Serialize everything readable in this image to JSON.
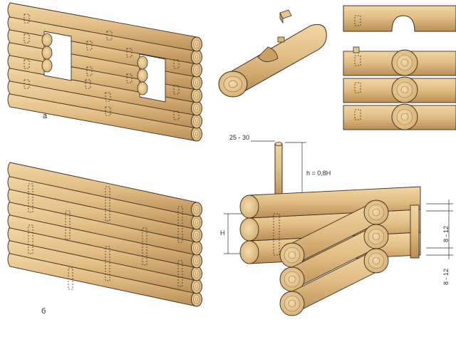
{
  "labels": {
    "wall_a": "а",
    "wall_b": "б",
    "dowel_diameter": "25 - 30",
    "dowel_height": "h = 0,8H",
    "wall_height": "H",
    "gap_top": "8 - 12",
    "gap_bottom": "8 - 12"
  },
  "colors": {
    "wood": "#e2bf86",
    "wood_shade": "#c9a064",
    "wood_dark": "#8a6a3e",
    "end_grain": "#ecd3a0",
    "outline": "#3b2f20"
  }
}
